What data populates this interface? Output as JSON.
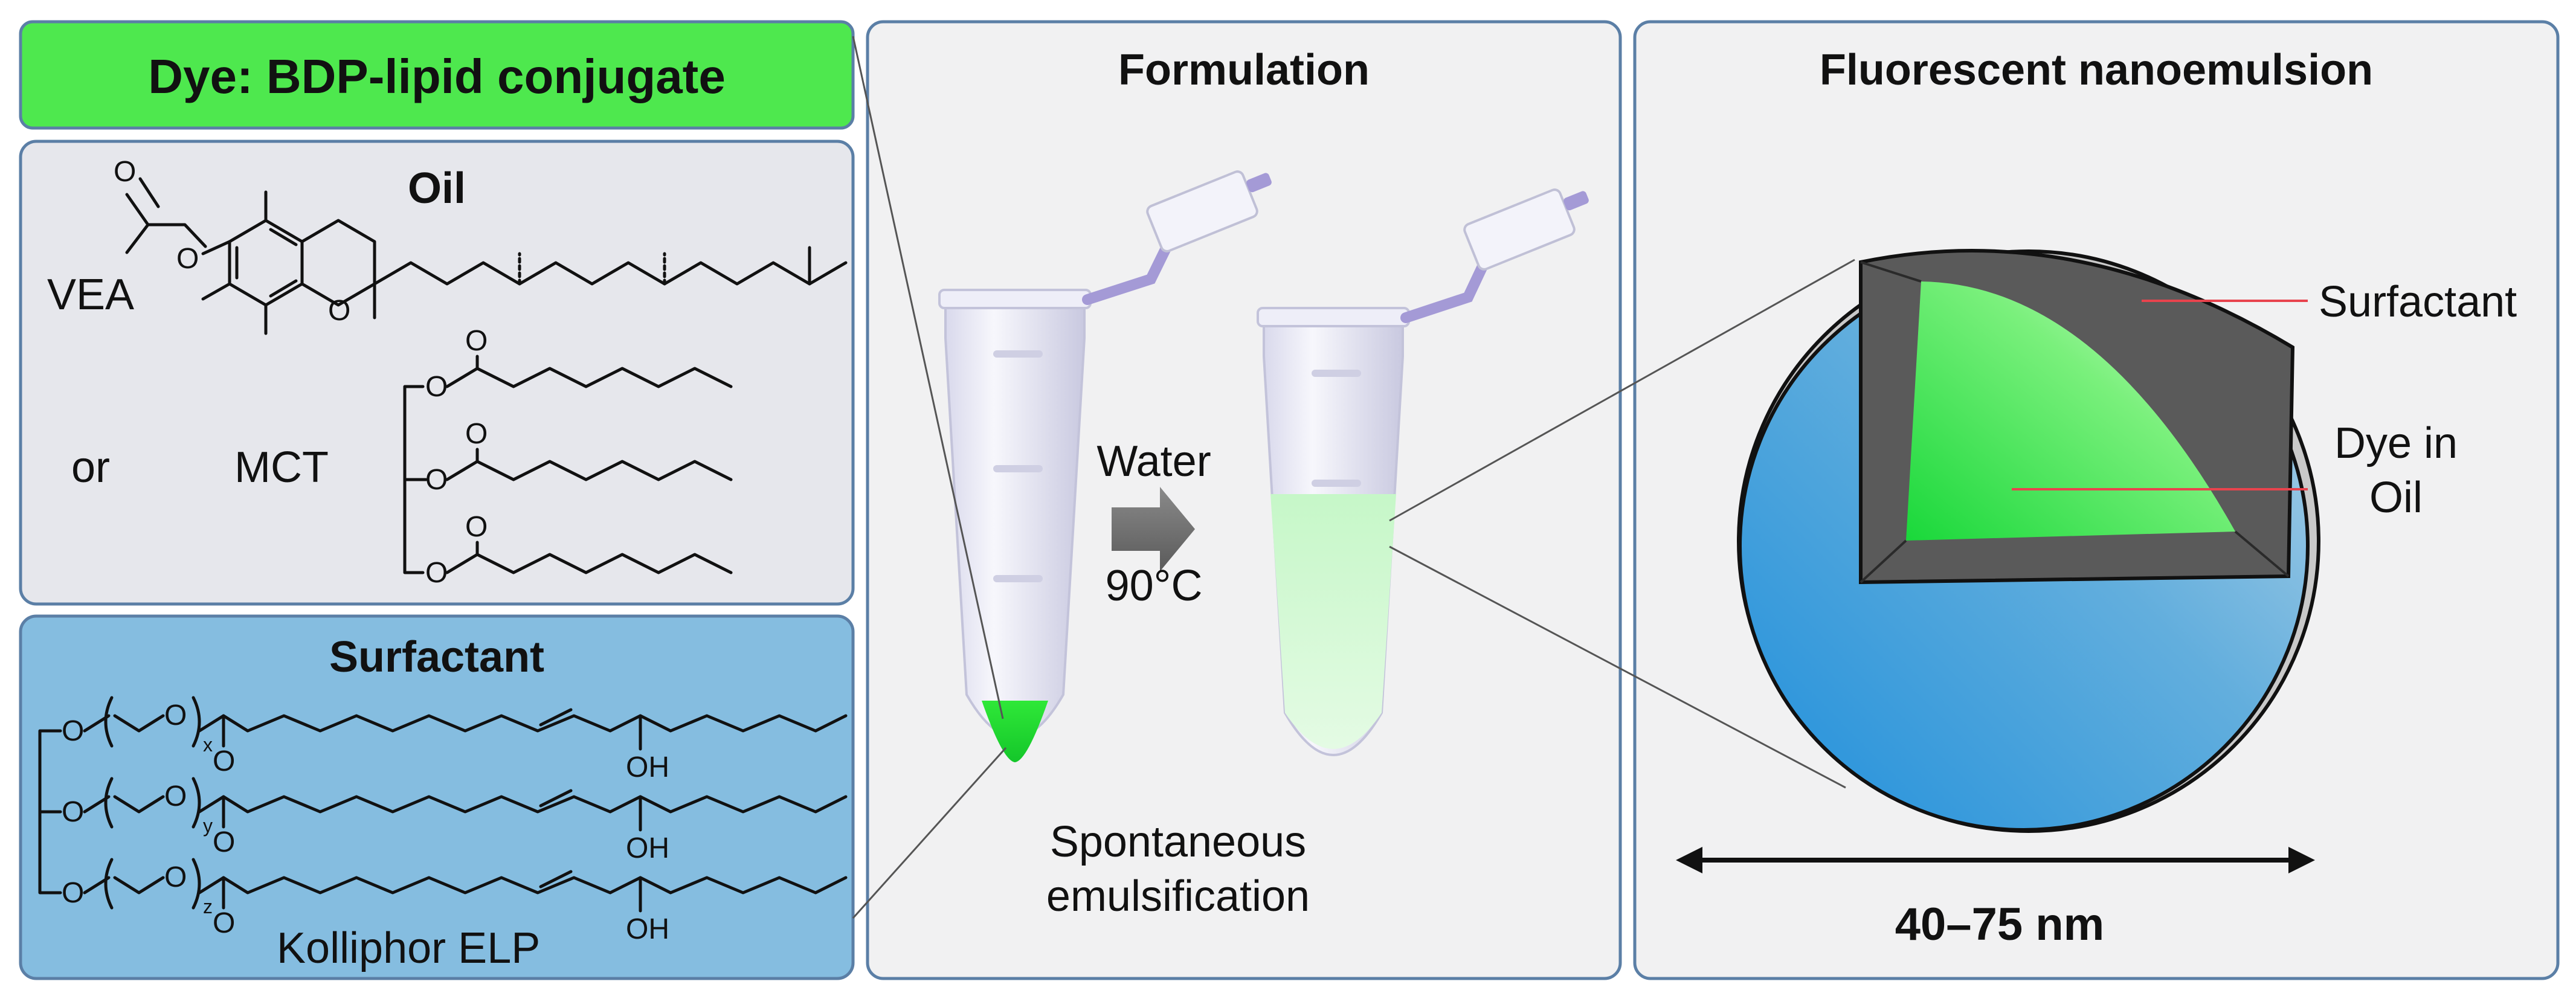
{
  "dye_panel": {
    "title": "Dye: BDP-lipid conjugate"
  },
  "oil_panel": {
    "title": "Oil",
    "vea_label": "VEA",
    "or_label": "or",
    "mct_label": "MCT",
    "atom_o": "O"
  },
  "surfactant_panel": {
    "title": "Surfactant",
    "name": "Kolliphor ELP",
    "atom_o": "O",
    "hydroxyl": "OH",
    "subscripts": [
      "x",
      "y",
      "z"
    ]
  },
  "formulation_panel": {
    "title": "Formulation",
    "water_label": "Water",
    "temperature_label": "90°C",
    "process_line1": "Spontaneous",
    "process_line2": "emulsification"
  },
  "nanoemulsion_panel": {
    "title": "Fluorescent nanoemulsion",
    "surfactant_label": "Surfactant",
    "core_label_line1": "Dye in",
    "core_label_line2": "Oil",
    "size_label": "40–75 nm"
  },
  "colors": {
    "dye_green": "#4ee84e",
    "oil_panel_bg": "#e6e7ec",
    "surfactant_panel_bg": "#85bde0",
    "panel_border": "#5b7fa6",
    "sphere_blue": "#3a9fdc",
    "shell_gray": "#555555",
    "pointer_red": "#e8434d"
  }
}
